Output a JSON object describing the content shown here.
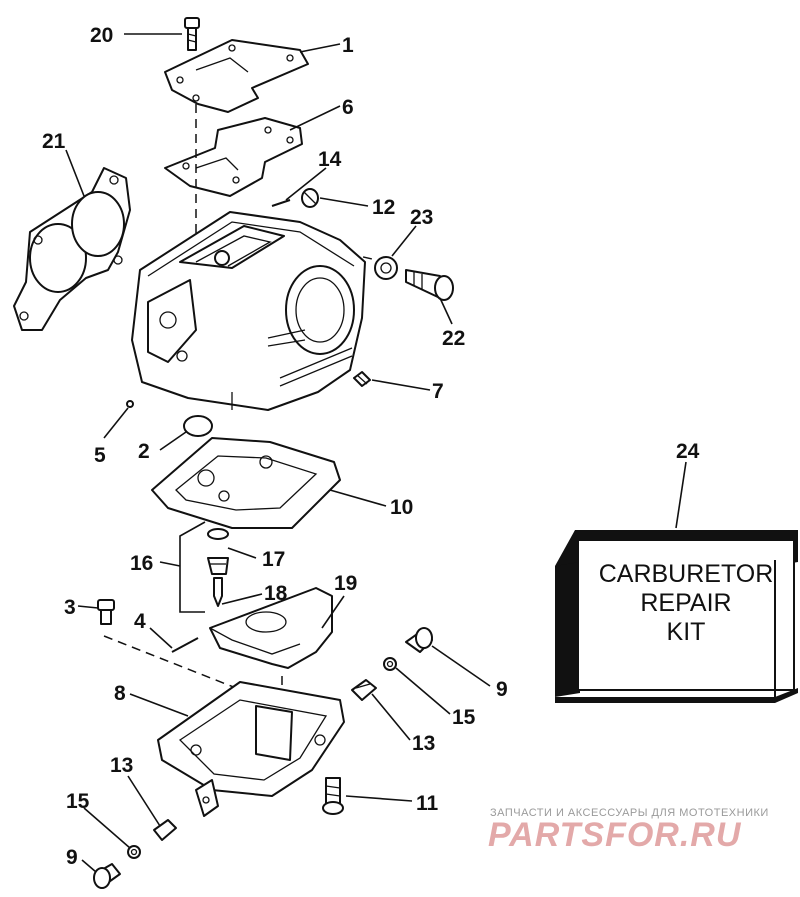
{
  "callouts": {
    "c1": "1",
    "c2": "2",
    "c3": "3",
    "c4": "4",
    "c5": "5",
    "c6": "6",
    "c7": "7",
    "c8": "8",
    "c9a": "9",
    "c9b": "9",
    "c10": "10",
    "c11": "11",
    "c12": "12",
    "c13a": "13",
    "c13b": "13",
    "c14": "14",
    "c15a": "15",
    "c15b": "15",
    "c16": "16",
    "c17": "17",
    "c18": "18",
    "c19": "19",
    "c20": "20",
    "c21": "21",
    "c22": "22",
    "c23": "23",
    "c24": "24"
  },
  "kit": {
    "line1": "CARBURETOR",
    "line2": "REPAIR",
    "line3": "KIT"
  },
  "watermark": {
    "tagline": "ЗАПЧАСТИ И АКСЕССУАРЫ ДЛЯ МОТОТЕХНИКИ",
    "logo": "PARTSFOR.RU"
  },
  "colors": {
    "line": "#111111",
    "background": "#ffffff",
    "watermark_logo": "#e3a9a9",
    "watermark_text": "#9a9a9a"
  }
}
